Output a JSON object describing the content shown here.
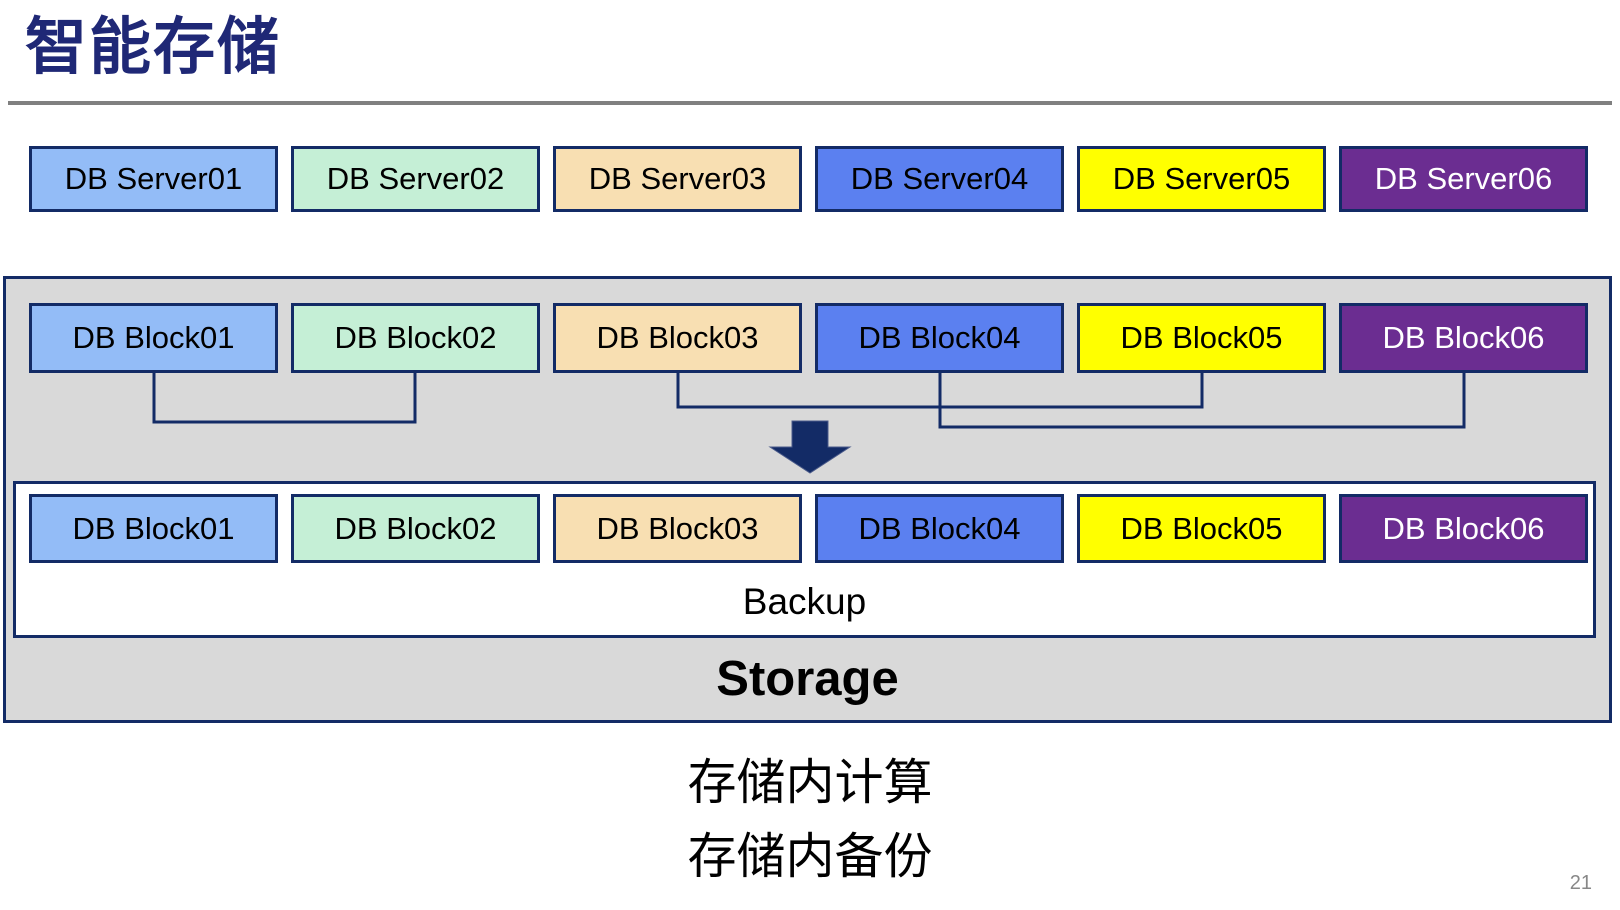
{
  "slide": {
    "title": "智能存储",
    "page_number": "21",
    "caption": {
      "line1": "存储内计算",
      "line2": "存储内备份"
    }
  },
  "colors": {
    "theme": {
      "title": "#1F2876",
      "border": "#132B66",
      "container": "#D9D9D9",
      "divider": "#808080",
      "page": "#888888"
    },
    "boxes": [
      {
        "fill": "#93BCF7",
        "text": "#000000"
      },
      {
        "fill": "#C5EFD6",
        "text": "#000000"
      },
      {
        "fill": "#F8DFB2",
        "text": "#000000"
      },
      {
        "fill": "#5B80F0",
        "text": "#000000"
      },
      {
        "fill": "#FFFF00",
        "text": "#000000"
      },
      {
        "fill": "#6B2D91",
        "text": "#FFFFFF"
      }
    ]
  },
  "server_row": {
    "items": [
      {
        "label": "DB Server01"
      },
      {
        "label": "DB Server02"
      },
      {
        "label": "DB Server03"
      },
      {
        "label": "DB Server04"
      },
      {
        "label": "DB Server05"
      },
      {
        "label": "DB Server06"
      }
    ]
  },
  "storage": {
    "label": "Storage",
    "backup_label": "Backup",
    "block_row_top": {
      "items": [
        {
          "label": "DB Block01"
        },
        {
          "label": "DB Block02"
        },
        {
          "label": "DB Block03"
        },
        {
          "label": "DB Block04"
        },
        {
          "label": "DB Block05"
        },
        {
          "label": "DB Block06"
        }
      ]
    },
    "block_row_backup": {
      "items": [
        {
          "label": "DB Block01"
        },
        {
          "label": "DB Block02"
        },
        {
          "label": "DB Block03"
        },
        {
          "label": "DB Block04"
        },
        {
          "label": "DB Block05"
        },
        {
          "label": "DB Block06"
        }
      ]
    }
  }
}
